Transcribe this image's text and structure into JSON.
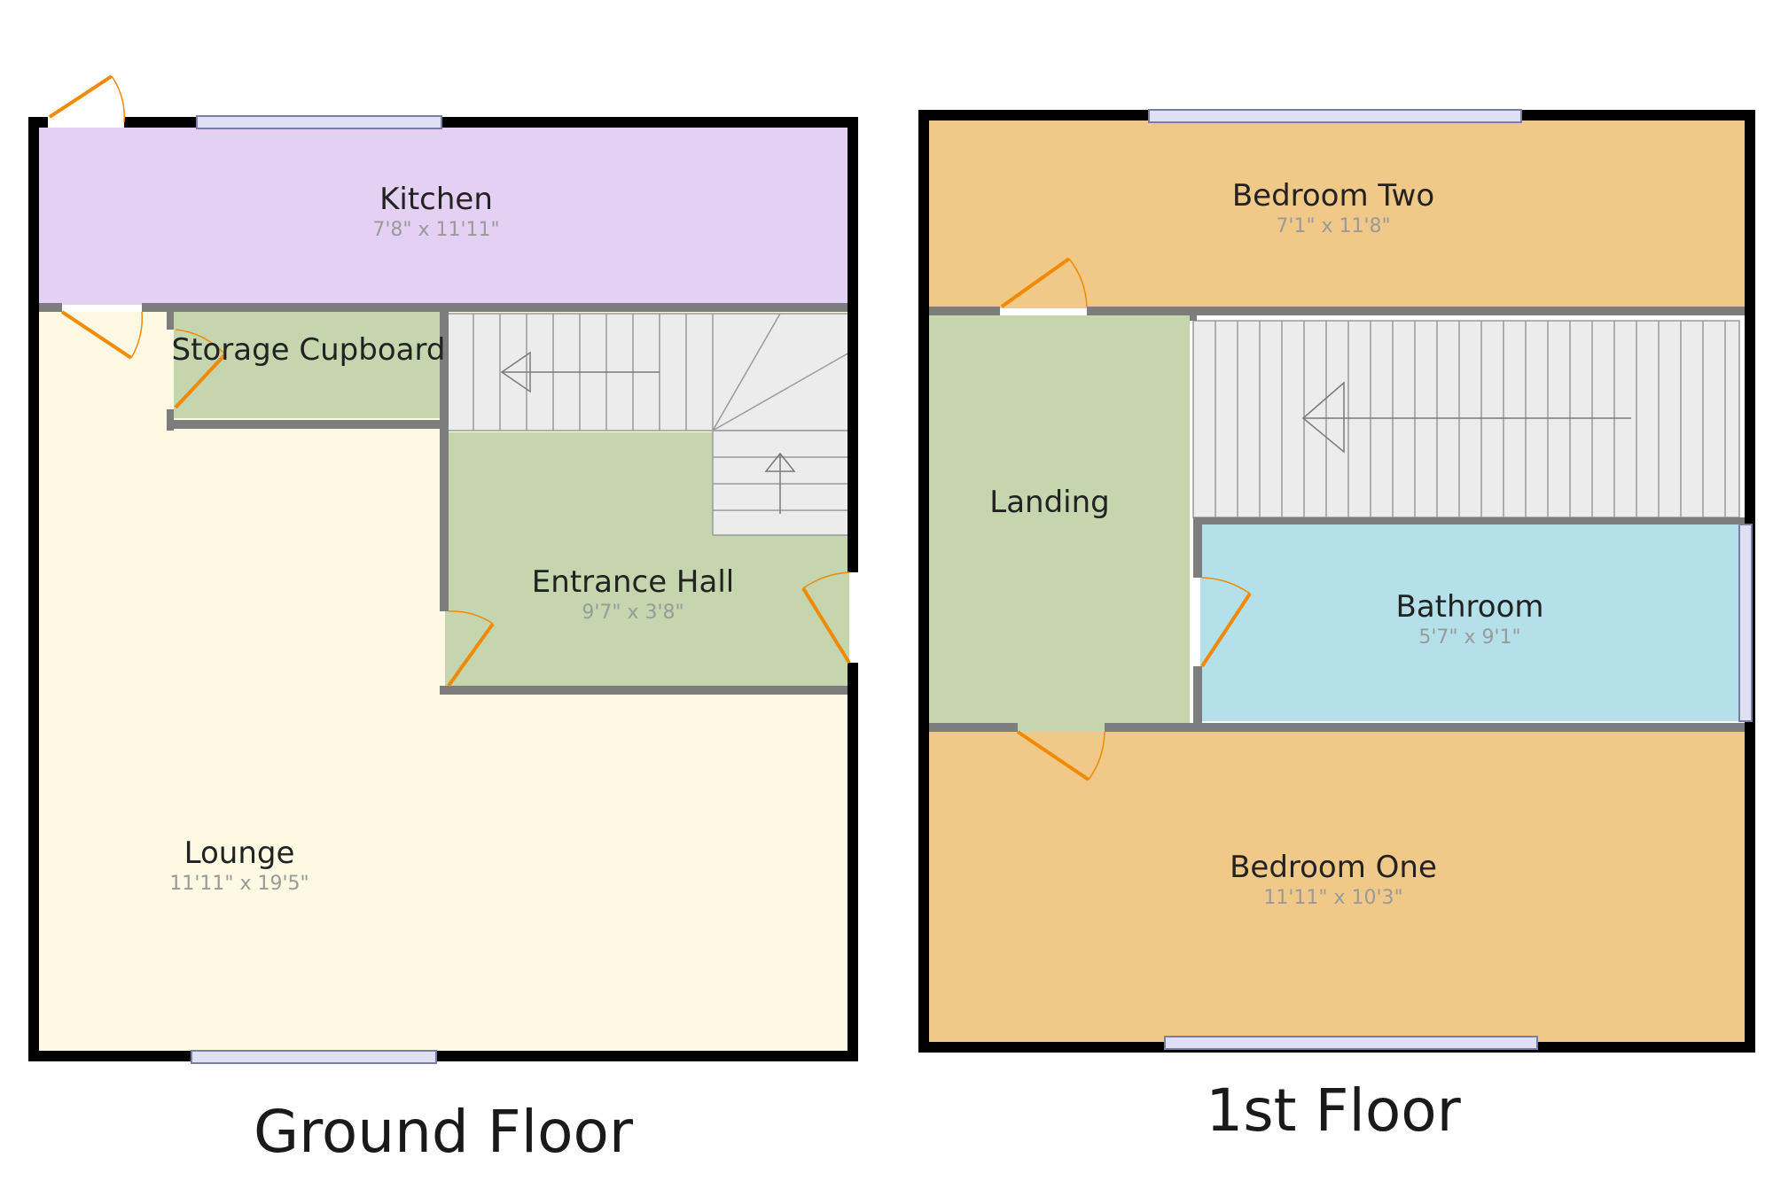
{
  "floors": {
    "ground": {
      "title": "Ground Floor",
      "rooms": {
        "kitchen": {
          "name": "Kitchen",
          "dims": "7'8\" x 11'11\"",
          "color": "#e3d0f2"
        },
        "storage": {
          "name": "Storage Cupboard",
          "dims": "",
          "color": "#c5d5ae"
        },
        "hall": {
          "name": "Entrance Hall",
          "dims": "9'7\" x 3'8\"",
          "color": "#c5d5ae"
        },
        "lounge": {
          "name": "Lounge",
          "dims": "11'11\" x 19'5\"",
          "color": "#fdf9e3"
        }
      }
    },
    "first": {
      "title": "1st Floor",
      "rooms": {
        "bed2": {
          "name": "Bedroom Two",
          "dims": "7'1\" x 11'8\"",
          "color": "#f0c887"
        },
        "landing": {
          "name": "Landing",
          "dims": "",
          "color": "#c5d5ae"
        },
        "bathroom": {
          "name": "Bathroom",
          "dims": "5'7\" x 9'1\"",
          "color": "#b4e0e9"
        },
        "bed1": {
          "name": "Bedroom One",
          "dims": "11'11\" x 10'3\"",
          "color": "#f0c887"
        }
      }
    }
  },
  "colors": {
    "wall": "#000000",
    "inner_wall": "#7d7d7d",
    "door": "#f08a00",
    "window_fill": "#dfe0f3",
    "stairs": "#ececec"
  }
}
